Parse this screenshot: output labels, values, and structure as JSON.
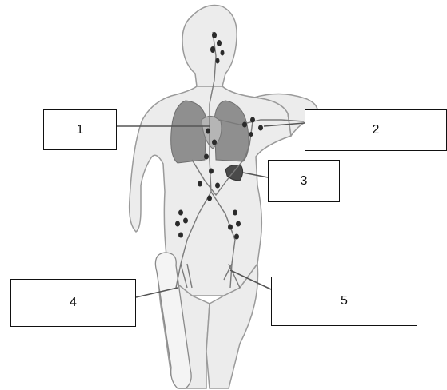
{
  "diagram": {
    "labels": [
      {
        "id": "1",
        "text": "1"
      },
      {
        "id": "2",
        "text": "2"
      },
      {
        "id": "3",
        "text": "3"
      },
      {
        "id": "4",
        "text": "4"
      },
      {
        "id": "5",
        "text": "5"
      }
    ]
  },
  "colors": {
    "body_fill": "#ececec",
    "body_outline": "#9a9a9a",
    "lung_fill": "#8f8f8f",
    "node_fill": "#2a2a2a",
    "vessel_stroke": "#7a7a7a",
    "leader_line": "#555555"
  },
  "icons": [
    "lymph-node-icon"
  ]
}
